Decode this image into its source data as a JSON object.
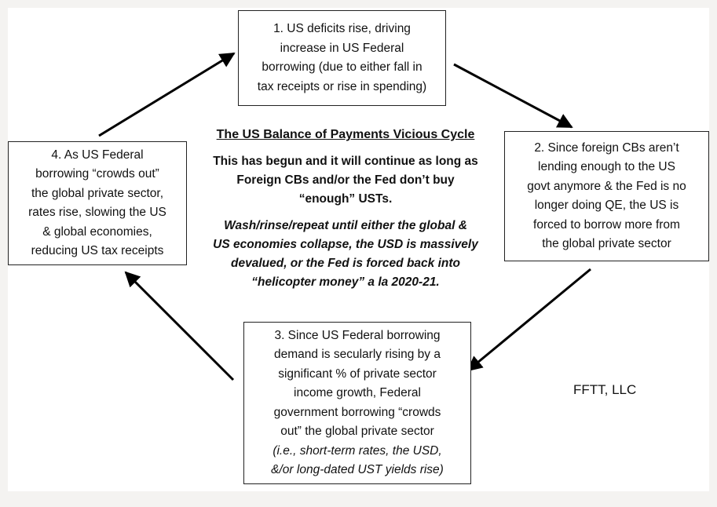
{
  "title": "The US Balance of Payments Vicious Cycle",
  "center_bold": [
    "This has begun and it will continue as long as",
    "Foreign CBs and/or the Fed don’t buy",
    "“enough” USTs."
  ],
  "center_italic": [
    "Wash/rinse/repeat until either the global &",
    "US economies collapse, the USD is massively",
    "devalued, or the Fed is forced back into",
    "“helicopter money” a la 2020-21."
  ],
  "steps": [
    {
      "lines": [
        "1. US deficits rise, driving",
        "increase in US Federal",
        "borrowing (due to either fall in",
        "tax receipts or rise in spending)"
      ]
    },
    {
      "lines": [
        "2. Since foreign CBs aren’t",
        "lending enough to the US",
        "govt anymore & the Fed is no",
        "longer doing QE, the US is",
        "forced to borrow more from",
        "the global private sector"
      ]
    },
    {
      "lines": [
        "3. Since US Federal borrowing",
        "demand is secularly rising by a",
        "significant % of private sector",
        "income growth, Federal",
        "government borrowing “crowds",
        "out” the global private sector"
      ],
      "italic_lines": [
        "(i.e., short-term rates, the USD,",
        "&/or long-dated UST yields rise)"
      ]
    },
    {
      "lines": [
        "4. As US Federal",
        "borrowing “crowds out”",
        "the global private sector,",
        "rates rise, slowing the US",
        "& global economies,",
        "reducing US tax receipts"
      ]
    }
  ],
  "credit": "FFTT, LLC"
}
